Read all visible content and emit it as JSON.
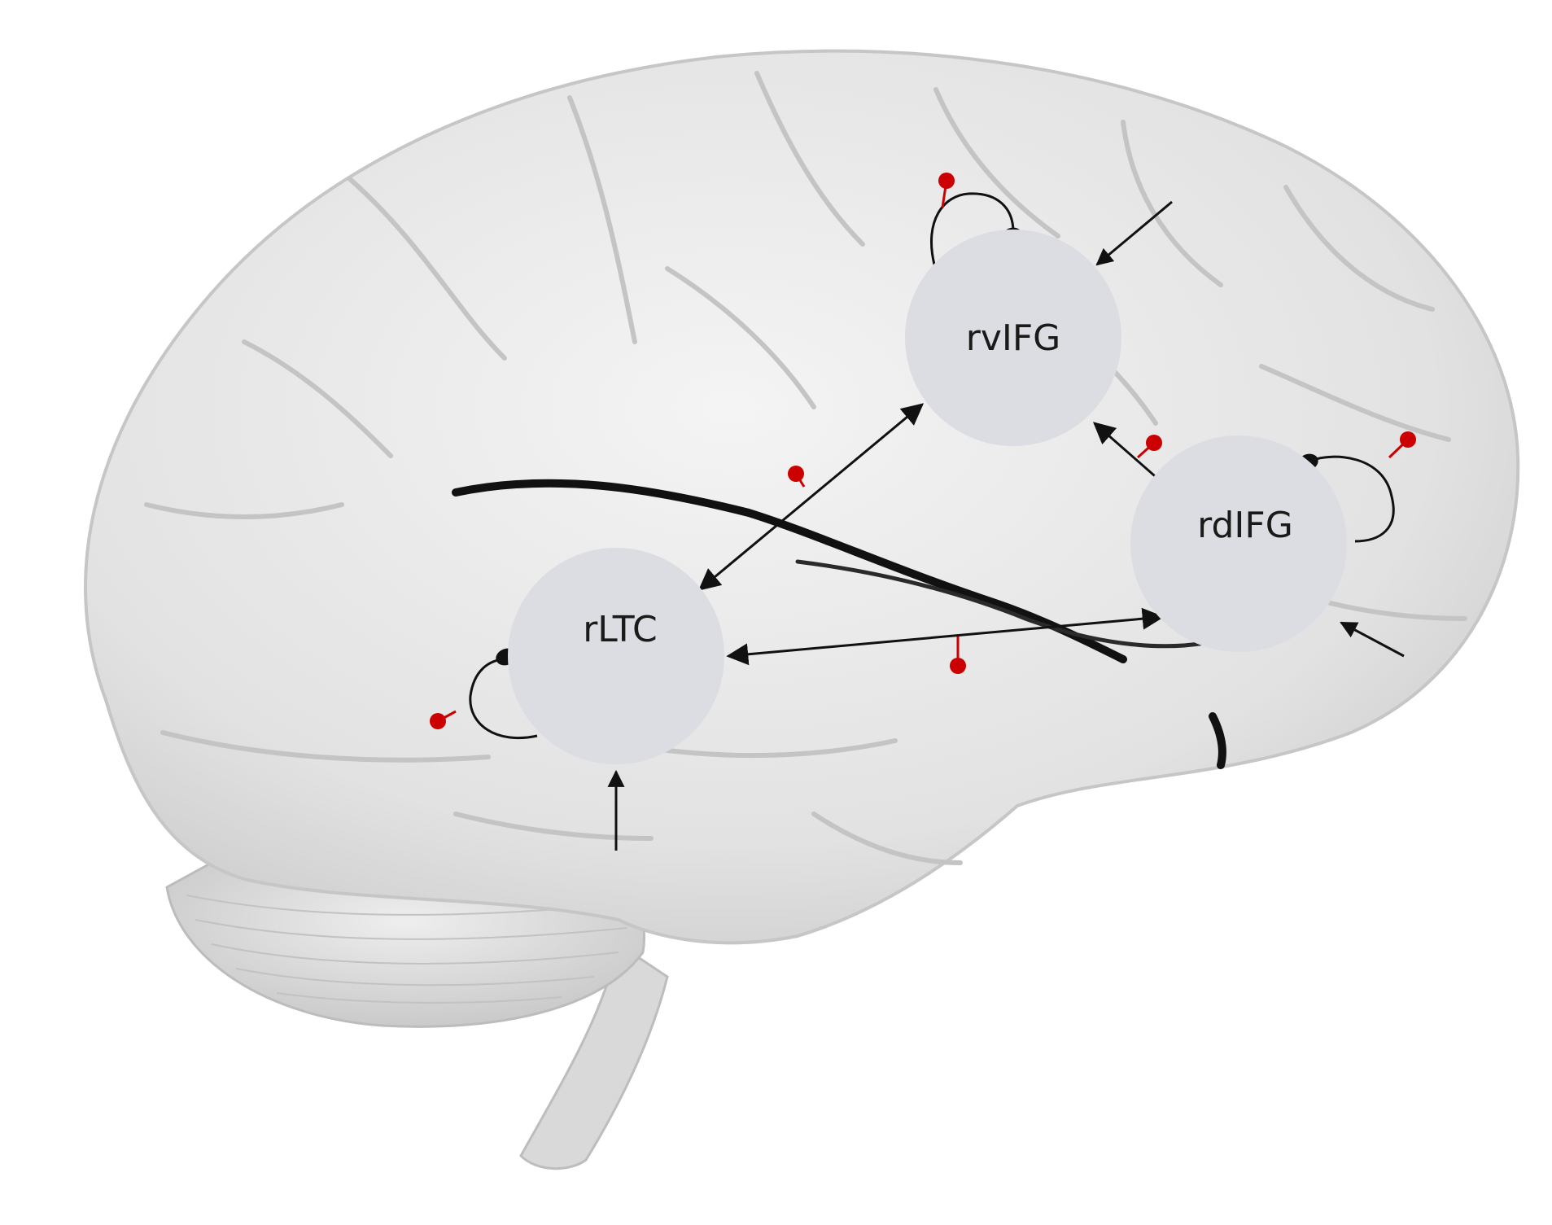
{
  "nodes": [
    {
      "id": "rvIFG",
      "label": "rvIFG"
    },
    {
      "id": "rdIFG",
      "label": "rdIFG"
    },
    {
      "id": "rLTC",
      "label": "rLTC"
    }
  ],
  "connections": [
    {
      "from": "rvIFG",
      "to": "rLTC",
      "type": "bidirectional",
      "modulated": true
    },
    {
      "from": "rvIFG",
      "to": "rdIFG",
      "type": "bidirectional",
      "modulated": true
    },
    {
      "from": "rLTC",
      "to": "rdIFG",
      "type": "bidirectional",
      "modulated": true
    },
    {
      "from": "rvIFG",
      "to": "rvIFG",
      "type": "self-inhibitory",
      "modulated": true
    },
    {
      "from": "rdIFG",
      "to": "rdIFG",
      "type": "self-inhibitory",
      "modulated": true
    },
    {
      "from": "rLTC",
      "to": "rLTC",
      "type": "self-inhibitory",
      "modulated": true
    }
  ],
  "inputs": [
    "rvIFG",
    "rdIFG",
    "rLTC"
  ],
  "colors": {
    "node_fill": "#dcdde2",
    "arrow": "#111111",
    "modulation": "#cc0000",
    "brain_base": "#e8e8e8",
    "brain_shadow": "#b8b8b8",
    "fissure": "#111111"
  }
}
